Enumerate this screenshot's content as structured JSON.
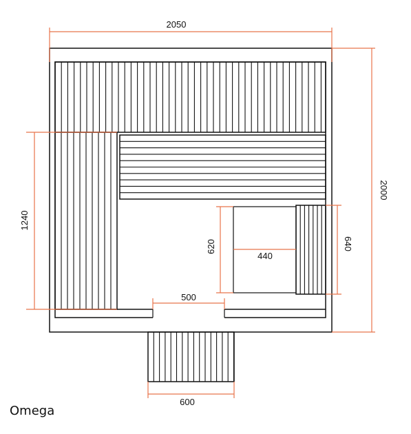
{
  "plan": {
    "dimensions": {
      "overall_width": "2050",
      "overall_depth": "2000",
      "left_bench_length": "1240",
      "stove_depth": "620",
      "stove_width": "440",
      "stove_bench_length": "640",
      "door_width": "500",
      "step_width": "600"
    },
    "colors": {
      "dimension_line": "#e8734a",
      "outline": "#111111"
    }
  },
  "caption": "Omega"
}
